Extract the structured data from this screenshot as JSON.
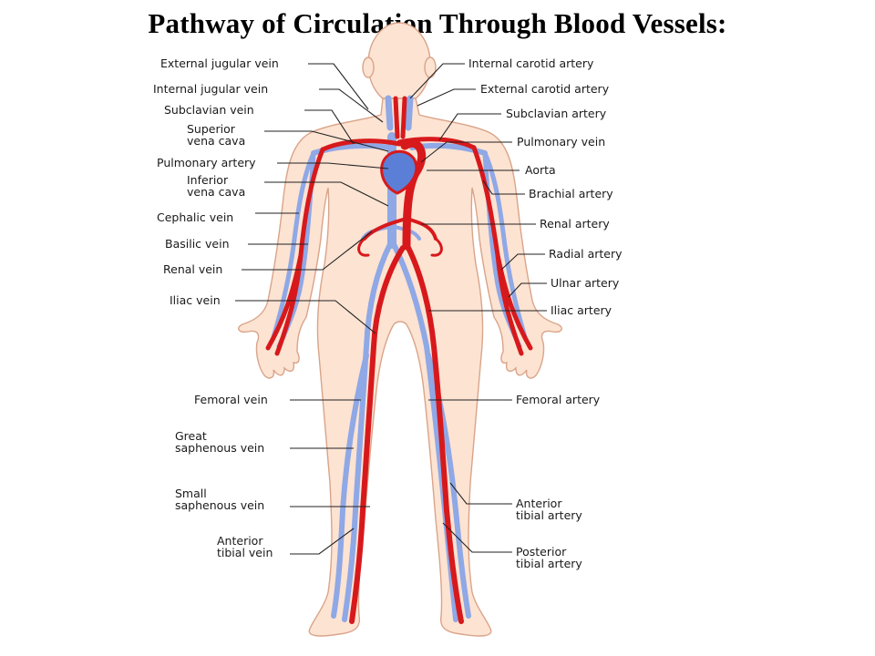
{
  "title": "Pathway of Circulation Through Blood Vessels:",
  "colors": {
    "skin": "#fde3d2",
    "skin_outline": "#d9a48a",
    "artery": "#d7191c",
    "vein": "#8fa8e6",
    "heart_vein": "#5b7fd6"
  },
  "labels_left": [
    {
      "id": "external-jugular-vein",
      "lines": [
        "External jugular vein"
      ]
    },
    {
      "id": "internal-jugular-vein",
      "lines": [
        "Internal jugular vein"
      ]
    },
    {
      "id": "subclavian-vein",
      "lines": [
        "Subclavian vein"
      ]
    },
    {
      "id": "superior-vena-cava",
      "lines": [
        "Superior",
        "vena cava"
      ]
    },
    {
      "id": "pulmonary-artery",
      "lines": [
        "Pulmonary artery"
      ]
    },
    {
      "id": "inferior-vena-cava",
      "lines": [
        "Inferior",
        "vena cava"
      ]
    },
    {
      "id": "cephalic-vein",
      "lines": [
        "Cephalic vein"
      ]
    },
    {
      "id": "basilic-vein",
      "lines": [
        "Basilic vein"
      ]
    },
    {
      "id": "renal-vein",
      "lines": [
        "Renal vein"
      ]
    },
    {
      "id": "iliac-vein",
      "lines": [
        "Iliac vein"
      ]
    },
    {
      "id": "femoral-vein",
      "lines": [
        "Femoral vein"
      ]
    },
    {
      "id": "great-saphenous-vein",
      "lines": [
        "Great",
        "saphenous vein"
      ]
    },
    {
      "id": "small-saphenous-vein",
      "lines": [
        "Small",
        "saphenous vein"
      ]
    },
    {
      "id": "anterior-tibial-vein",
      "lines": [
        "Anterior",
        "tibial vein"
      ]
    }
  ],
  "labels_right": [
    {
      "id": "internal-carotid-artery",
      "lines": [
        "Internal carotid artery"
      ]
    },
    {
      "id": "external-carotid-artery",
      "lines": [
        "External carotid artery"
      ]
    },
    {
      "id": "subclavian-artery",
      "lines": [
        "Subclavian artery"
      ]
    },
    {
      "id": "pulmonary-vein",
      "lines": [
        "Pulmonary vein"
      ]
    },
    {
      "id": "aorta",
      "lines": [
        "Aorta"
      ]
    },
    {
      "id": "brachial-artery",
      "lines": [
        "Brachial artery"
      ]
    },
    {
      "id": "renal-artery",
      "lines": [
        "Renal artery"
      ]
    },
    {
      "id": "radial-artery",
      "lines": [
        "Radial artery"
      ]
    },
    {
      "id": "ulnar-artery",
      "lines": [
        "Ulnar artery"
      ]
    },
    {
      "id": "iliac-artery",
      "lines": [
        "Iliac artery"
      ]
    },
    {
      "id": "femoral-artery",
      "lines": [
        "Femoral artery"
      ]
    },
    {
      "id": "anterior-tibial-artery",
      "lines": [
        "Anterior",
        "tibial artery"
      ]
    },
    {
      "id": "posterior-tibial-artery",
      "lines": [
        "Posterior",
        "tibial artery"
      ]
    }
  ]
}
